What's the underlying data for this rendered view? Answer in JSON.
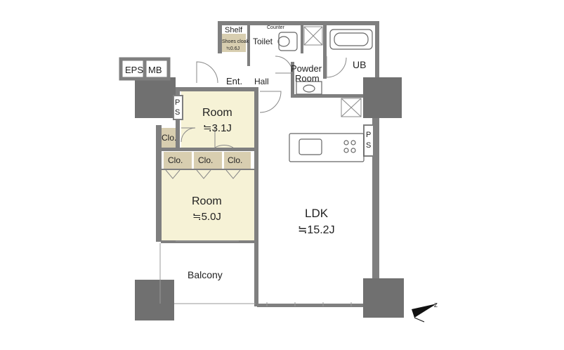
{
  "labels": {
    "eps": "EPS",
    "mb": "MB",
    "shelf": "Shelf",
    "counter": "Counter",
    "toilet": "Toilet",
    "shoes_cloak_line1": "Shoes cloak",
    "shoes_cloak_line2": "≒0.6J",
    "ub": "UB",
    "powder_line1": "Powder",
    "powder_line2": "Room",
    "ent": "Ent.",
    "hall": "Hall",
    "ps_left_1": "P",
    "ps_left_2": "S",
    "ps_right_1": "P",
    "ps_right_2": "S",
    "room1_name": "Room",
    "room1_size": "≒3.1J",
    "room2_name": "Room",
    "room2_size": "≒5.0J",
    "clo_small": "Clo.",
    "clo_1": "Clo.",
    "clo_2": "Clo.",
    "clo_3": "Clo.",
    "ldk_name": "LDK",
    "ldk_size": "≒15.2J",
    "balcony": "Balcony"
  },
  "colors": {
    "wall": "#7f7f7f",
    "column": "#707070",
    "room_fill": "#f6f2d6",
    "closet_fill": "#d8ceb0",
    "floor_fill": "#ffffff",
    "fixture": "#9a9a9a"
  },
  "compass_icon": "north-arrow-icon"
}
